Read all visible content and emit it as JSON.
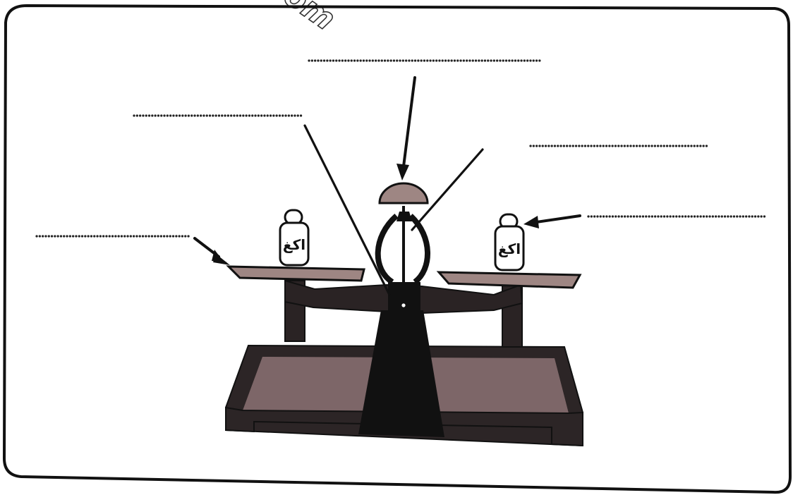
{
  "diagram": {
    "weights": {
      "left": {
        "label": "اكغ"
      },
      "right": {
        "label": "اكغ"
      }
    },
    "watermark": {
      "text": "om"
    },
    "blanks": [
      {
        "id": "top",
        "value": ""
      },
      {
        "id": "upper-left",
        "value": ""
      },
      {
        "id": "upper-right",
        "value": ""
      },
      {
        "id": "mid-left",
        "value": ""
      },
      {
        "id": "mid-right",
        "value": ""
      }
    ],
    "colors": {
      "ink": "#111111",
      "pan": "#9e8683",
      "base_fill": "#7d6668",
      "dark_wood": "#2a2324"
    }
  }
}
